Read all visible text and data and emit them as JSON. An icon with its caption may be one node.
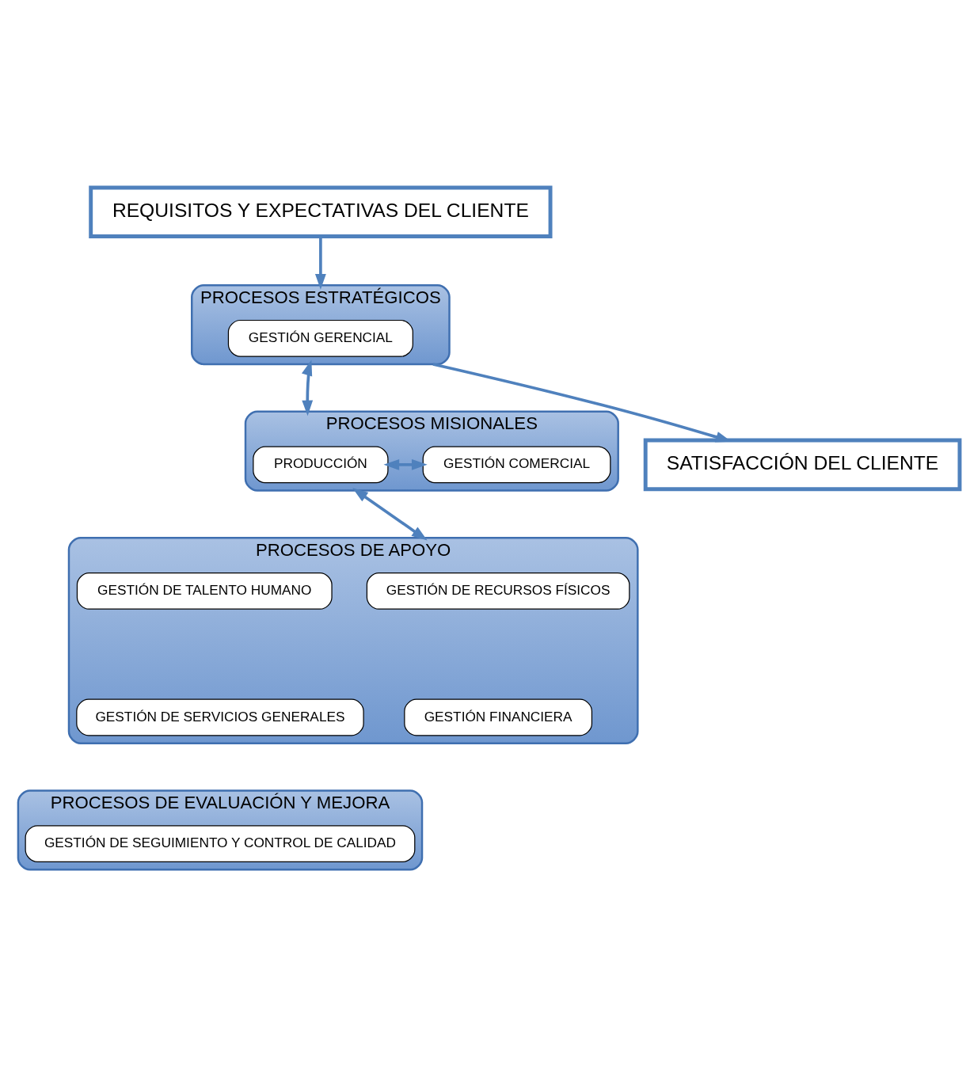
{
  "diagram": {
    "nodes": [
      {
        "text": [
          "REQUISITOS Y EXPECTATIVAS DEL CLIENTE"
        ]
      },
      {
        "text": [
          "PROCESOS ESTRATÉGICOS"
        ]
      },
      {
        "text": [
          "GESTIÓN GERENCIAL"
        ],
        "in": 1
      },
      {
        "text": [
          "PROCESOS MISIONALES"
        ]
      },
      {
        "text": [
          "PRODUCCIÓN"
        ],
        "in": 3
      },
      {
        "text": [
          "GESTIÓN COMERCIAL"
        ],
        "in": 3
      },
      {
        "text": [
          "PROCESOS DE APOYO"
        ]
      },
      {
        "text": [
          "GESTIÓN DE RECURSOS FÍSICOS"
        ],
        "in": 6
      },
      {
        "text": [
          "GESTIÓN DE TALENTO HUMANO"
        ],
        "in": 6
      },
      {
        "text": [
          "GESTIÓN FINANCIERA"
        ],
        "in": 6
      },
      {
        "text": [
          "GESTIÓN DE SERVICIOS GENERALES"
        ],
        "in": 6
      },
      {
        "text": [
          "PROCESOS DE EVALUACIÓN Y MEJORA"
        ]
      },
      {
        "text": [
          "GESTIÓN DE SEGUIMIENTO Y CONTROL DE CALIDAD"
        ],
        "in": 11
      },
      {
        "text": [
          "SATISFACCIÓN DEL CLIENTE"
        ]
      }
    ],
    "edges": [
      {
        "from": 0,
        "to": 1,
        "arrow": "to"
      },
      {
        "from": 1,
        "to": 13,
        "arrow": "to"
      },
      {
        "from": 1,
        "to": 3,
        "arrow": "both"
      },
      {
        "from": 4,
        "to": 5,
        "arrow": "both"
      },
      {
        "from": 3,
        "to": 6,
        "arrow": "both"
      }
    ]
  }
}
